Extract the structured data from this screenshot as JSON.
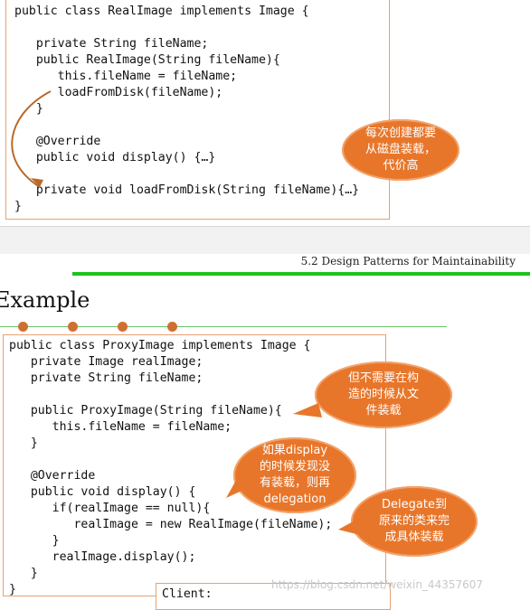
{
  "slide1": {
    "code_lines": [
      "public class RealImage implements Image {",
      "",
      "   private String fileName;",
      "   public RealImage(String fileName){",
      "      this.fileName = fileName;",
      "      loadFromDisk(fileName);",
      "   }",
      "",
      "   @Override",
      "   public void display() {…}",
      "",
      "   private void loadFromDisk(String fileName){…}",
      "}"
    ],
    "bubble_text": "每次创建都要\n从磁盘装载，\n代价高"
  },
  "slide2": {
    "header": "5.2 Design Patterns for Maintainability",
    "title": "Example",
    "code_lines": [
      "public class ProxyImage implements Image {",
      "   private Image realImage;",
      "   private String fileName;",
      "",
      "   public ProxyImage(String fileName){",
      "      this.fileName = fileName;",
      "   }",
      "",
      "   @Override",
      "   public void display() {",
      "      if(realImage == null){",
      "         realImage = new RealImage(fileName);",
      "      }",
      "      realImage.display();",
      "   }",
      "}"
    ],
    "bubble1_text": "但不需要在构\n造的时候从文\n件装载",
    "bubble2_text": "如果display\n的时候发现没\n有装载，则再\ndelegation",
    "bubble3_text": "Delegate到\n原来的类来完\n成具体装载",
    "client_label": "Client:",
    "watermark": "https://blog.csdn.net/weixin_44357607"
  },
  "colors": {
    "bubble": "#e8762a",
    "box_border": "#e8a070",
    "green_bar": "#1ec31e",
    "arrow": "#b8692a"
  }
}
